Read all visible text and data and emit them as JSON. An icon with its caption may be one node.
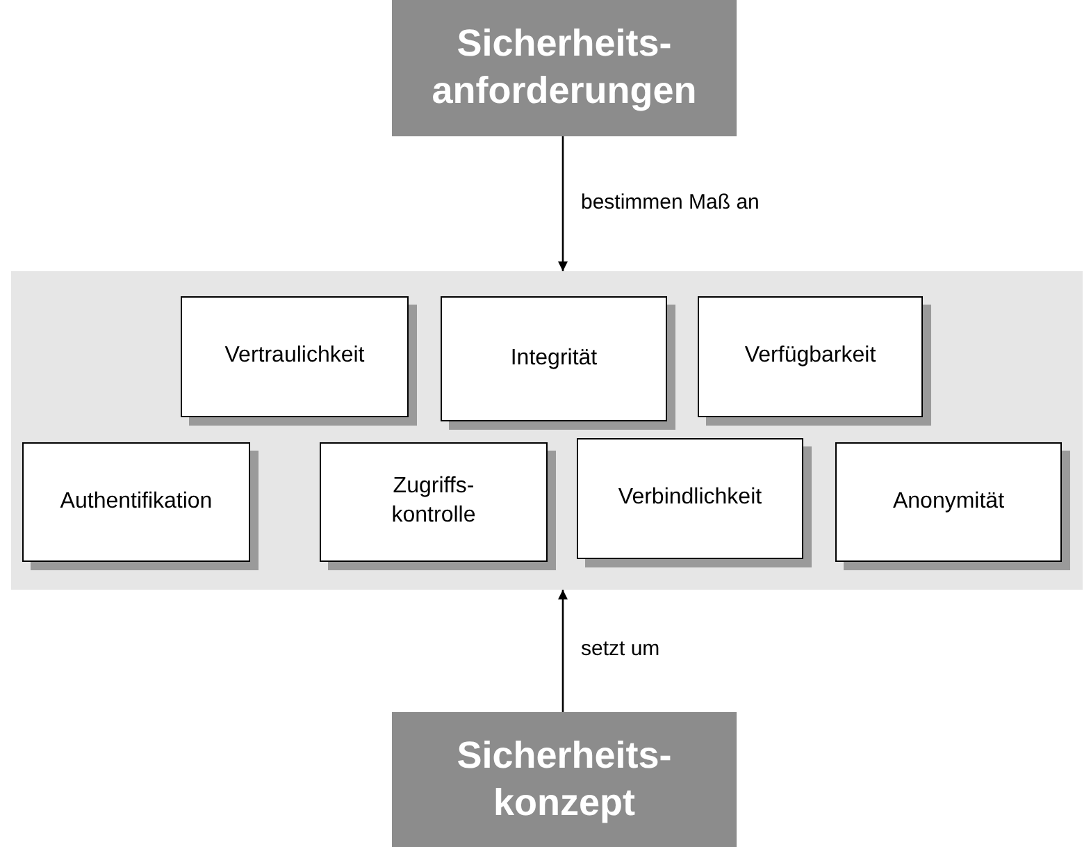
{
  "diagram": {
    "nodes": [
      {
        "text": [
          "Sicherheits- anforderungen"
        ]
      },
      {
        "text": [],
        "shape": "box"
      },
      {
        "text": [
          "Vertraulichkeit"
        ],
        "in": 1
      },
      {
        "text": [
          "Integrität"
        ],
        "in": 1
      },
      {
        "text": [
          "Verfügbarkeit"
        ],
        "in": 1
      },
      {
        "text": [
          "Authentifikation"
        ],
        "in": 1
      },
      {
        "text": [
          "Zugriffs- kontrolle"
        ],
        "in": 1
      },
      {
        "text": [
          "Verbindlichkeit"
        ],
        "in": 1
      },
      {
        "text": [
          "Anonymität"
        ],
        "in": 1
      },
      {
        "text": [
          "Sicherheits- konzept"
        ]
      }
    ],
    "edges": [
      {
        "from": 0,
        "to": 1,
        "arrow": "to",
        "label": "bestimmen Maß an"
      },
      {
        "from": 9,
        "to": 1,
        "arrow": "to",
        "label": "setzt um"
      }
    ]
  }
}
